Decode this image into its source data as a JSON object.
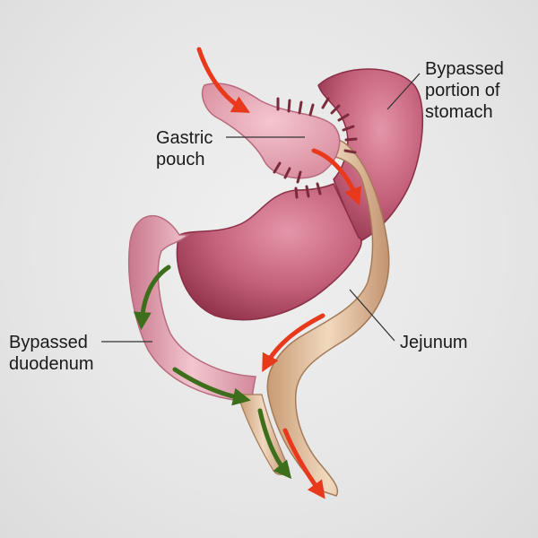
{
  "labels": {
    "bypassed_stomach": {
      "line1": "Bypassed",
      "line2": "portion of",
      "line3": "stomach"
    },
    "gastric_pouch": {
      "line1": "Gastric",
      "line2": "pouch"
    },
    "bypassed_duodenum": {
      "line1": "Bypassed",
      "line2": "duodenum"
    },
    "jejunum": {
      "line1": "Jejunum"
    }
  },
  "colors": {
    "stomach": "#b04a63",
    "stomach_light": "#d8879b",
    "duodenum": "#e2a8b4",
    "jejunum": "#d9b48f",
    "arrow_food": "#e8391c",
    "arrow_juice": "#3c6e1c",
    "staples": "#7a2a3b",
    "leader": "#333333"
  }
}
